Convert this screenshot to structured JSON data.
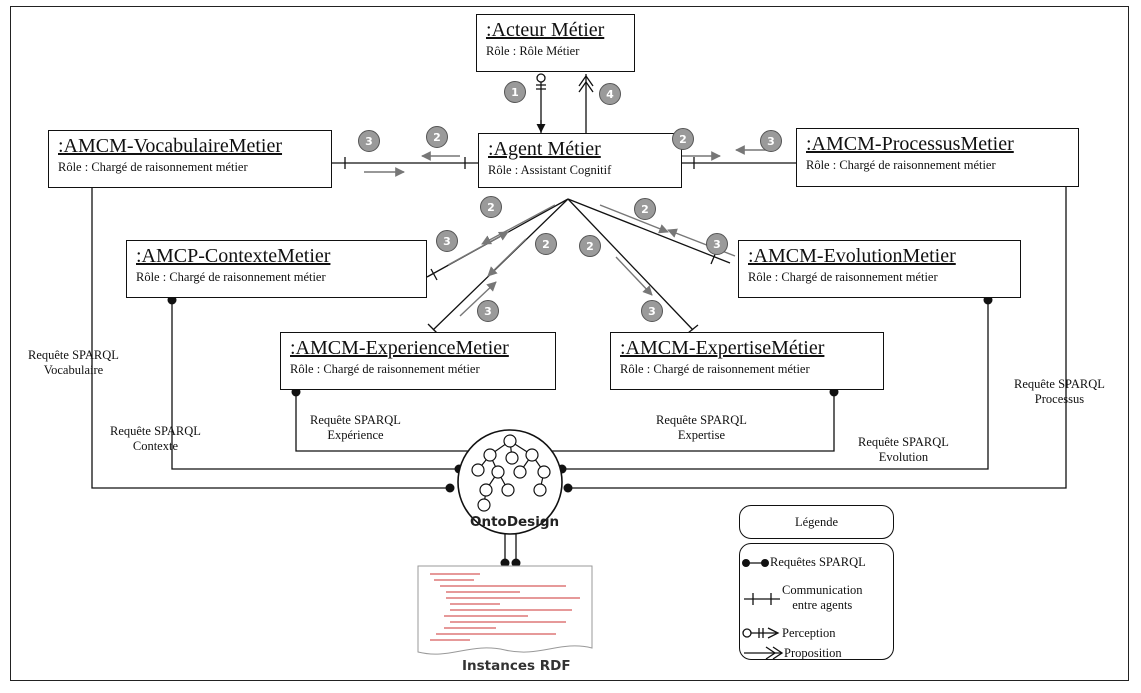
{
  "agents": {
    "acteur": {
      "name": ":Acteur Métier",
      "role": "Rôle : Rôle Métier"
    },
    "agent": {
      "name": ":Agent Métier",
      "role": "Rôle : Assistant Cognitif"
    },
    "vocabulaire": {
      "name": ":AMCM-VocabulaireMetier",
      "role": "Rôle : Chargé de raisonnement métier"
    },
    "processus": {
      "name": ":AMCM-ProcessusMetier",
      "role": "Rôle : Chargé de raisonnement métier"
    },
    "contexte": {
      "name": ":AMCP-ContexteMetier",
      "role": "Rôle : Chargé de raisonnement métier"
    },
    "evolution": {
      "name": ":AMCM-EvolutionMetier",
      "role": "Rôle : Chargé de raisonnement métier"
    },
    "experience": {
      "name": ":AMCM-ExperienceMetier",
      "role": "Rôle : Chargé de raisonnement métier"
    },
    "expertise": {
      "name": ":AMCM-ExpertiseMétier",
      "role": "Rôle : Chargé de raisonnement métier"
    }
  },
  "queries": {
    "vocabulaire": [
      "Requête SPARQL",
      "Vocabulaire"
    ],
    "processus": [
      "Requête SPARQL",
      "Processus"
    ],
    "contexte": [
      "Requête SPARQL",
      "Contexte"
    ],
    "experience": [
      "Requête SPARQL",
      "Expérience"
    ],
    "expertise": [
      "Requête SPARQL",
      "Expertise"
    ],
    "evolution": [
      "Requête SPARQL",
      "Evolution"
    ]
  },
  "steps": {
    "s1": "1",
    "s2": "2",
    "s3": "3",
    "s4": "4"
  },
  "ontology_label": "OntoDesign",
  "instances_label": "Instances RDF",
  "legend": {
    "title": "Légende",
    "sparql": "Requêtes SPARQL",
    "communication": [
      "Communication",
      "entre agents"
    ],
    "perception": "Perception",
    "proposition": "Proposition"
  },
  "colors": {
    "line": "#111111",
    "arrow_gray": "#777777",
    "badge": "#9a9a9a",
    "doc_text": "#cc3333"
  }
}
